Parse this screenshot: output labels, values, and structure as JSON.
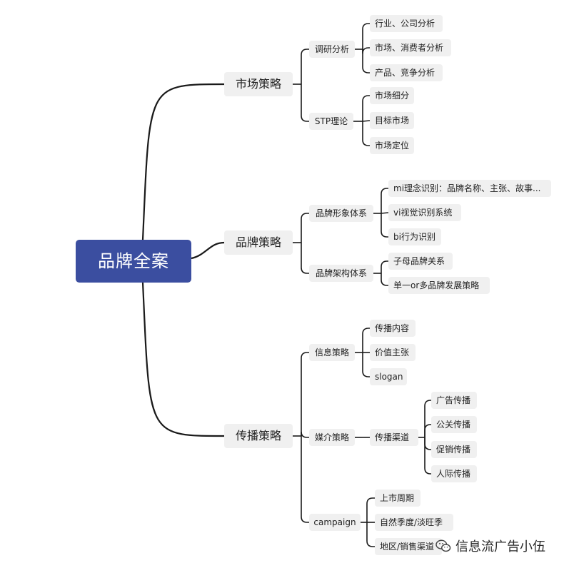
{
  "mindmap": {
    "root": {
      "label": "品牌全案",
      "color": "#3b4ea0"
    },
    "branches": [
      {
        "label": "市场策略",
        "children": [
          {
            "label": "调研分析",
            "children": [
              {
                "label": "行业、公司分析"
              },
              {
                "label": "市场、消费者分析"
              },
              {
                "label": "产品、竞争分析"
              }
            ]
          },
          {
            "label": "STP理论",
            "children": [
              {
                "label": "市场细分"
              },
              {
                "label": "目标市场"
              },
              {
                "label": "市场定位"
              }
            ]
          }
        ]
      },
      {
        "label": "品牌策略",
        "children": [
          {
            "label": "品牌形象体系",
            "children": [
              {
                "label": "mi理念识别：品牌名称、主张、故事..."
              },
              {
                "label": "vi视觉识别系统"
              },
              {
                "label": "bi行为识别"
              }
            ]
          },
          {
            "label": "品牌架构体系",
            "children": [
              {
                "label": "子母品牌关系"
              },
              {
                "label": "单一or多品牌发展策略"
              }
            ]
          }
        ]
      },
      {
        "label": "传播策略",
        "children": [
          {
            "label": "信息策略",
            "children": [
              {
                "label": "传播内容"
              },
              {
                "label": "价值主张"
              },
              {
                "label": "slogan"
              }
            ]
          },
          {
            "label": "媒介策略",
            "children": [
              {
                "label": "传播渠道",
                "children": [
                  {
                    "label": "广告传播"
                  },
                  {
                    "label": "公关传播"
                  },
                  {
                    "label": "促销传播"
                  },
                  {
                    "label": "人际传播"
                  }
                ]
              }
            ]
          },
          {
            "label": "campaign",
            "children": [
              {
                "label": "上市周期"
              },
              {
                "label": "自然季度/淡旺季"
              },
              {
                "label": "地区/销售渠道"
              }
            ]
          }
        ]
      }
    ]
  },
  "watermark": {
    "text": "信息流广告小伍",
    "icon": "wechat-icon"
  },
  "colors": {
    "root_fill": "#3b4ea0",
    "node_fill": "#f0f0f0",
    "edge": "#1a1a1a"
  }
}
